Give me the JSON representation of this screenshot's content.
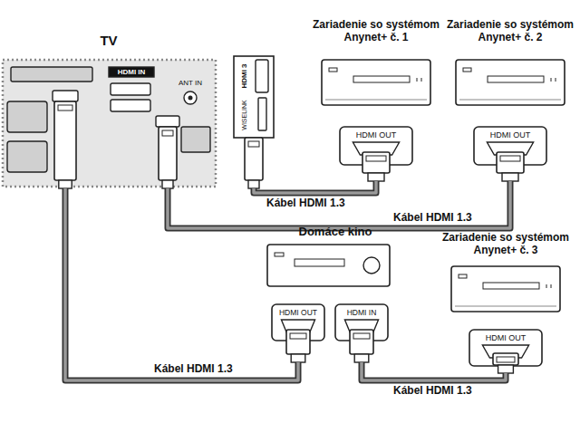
{
  "diagram": {
    "nodes": [
      {
        "text": [
          "TV"
        ]
      },
      {
        "text": [
          "Zariadenie so systémom Anynet+ č. 1",
          "HDMI OUT"
        ]
      },
      {
        "text": [
          "Zariadenie so systémom Anynet+ č. 2",
          "HDMI OUT"
        ]
      },
      {
        "text": [
          "Domáce kino",
          "HDMI OUT",
          "HDMI IN"
        ]
      },
      {
        "text": [
          "Zariadenie so systémom Anynet+ č. 3",
          "HDMI OUT"
        ]
      }
    ],
    "edges": [
      {
        "from": 0,
        "to": 1,
        "arrow": "none",
        "label": "Kábel HDMI 1.3"
      },
      {
        "from": 0,
        "to": 2,
        "arrow": "none",
        "label": "Kábel HDMI 1.3"
      },
      {
        "from": 0,
        "to": 3,
        "arrow": "none",
        "label": "Kábel HDMI 1.3"
      },
      {
        "from": 3,
        "to": 4,
        "arrow": "none",
        "label": "Kábel HDMI 1.3"
      }
    ],
    "labels": [
      "HDMI IN",
      "ANT IN",
      "HDMI 3",
      "WISELINK"
    ]
  }
}
